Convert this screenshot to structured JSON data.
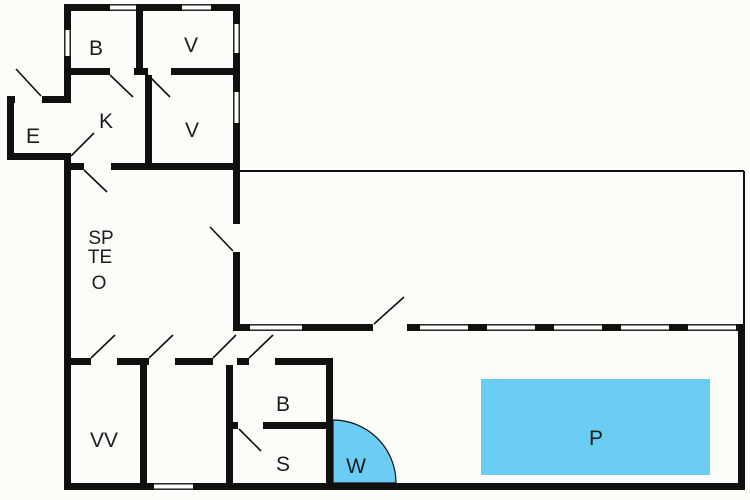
{
  "plan": {
    "rooms": {
      "bath_top": "B",
      "room_top": "V",
      "entry": "E",
      "kitchen": "K",
      "room_mid": "V",
      "living_lines": {
        "l1": "SP",
        "l2": "TE",
        "l3": "O"
      },
      "utility": "VV",
      "bath_bottom": "B",
      "room_bottom": "S",
      "wet": "W",
      "pool": "P"
    },
    "colors": {
      "wall": "#101010",
      "water": "#6CCDF4",
      "background": "#FCFCF8"
    }
  }
}
